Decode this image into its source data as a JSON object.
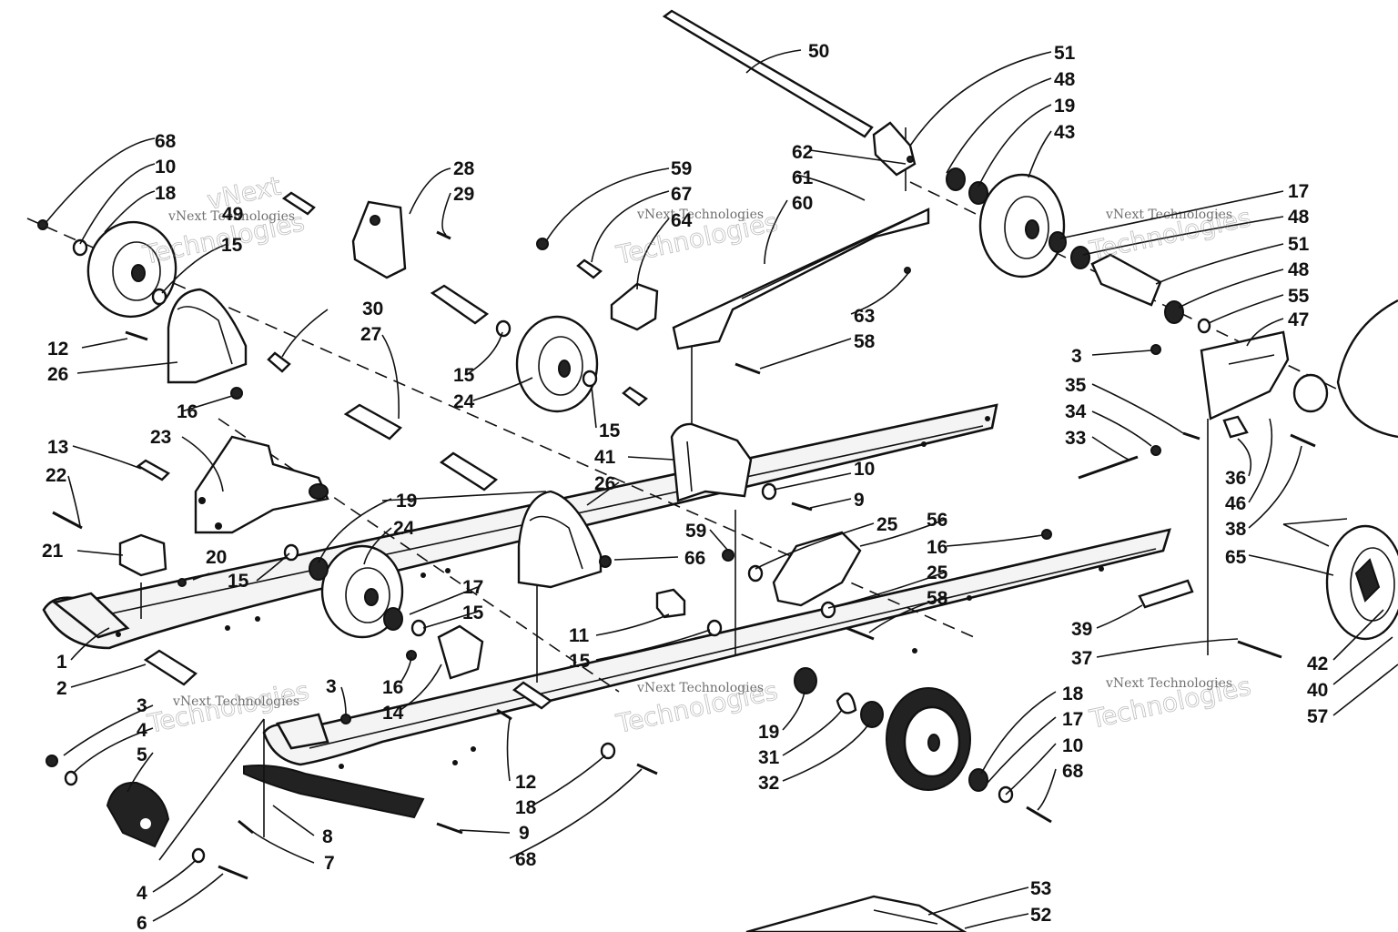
{
  "diagram": {
    "callouts": [
      "68",
      "10",
      "18",
      "15",
      "49",
      "28",
      "29",
      "12",
      "26",
      "16",
      "13",
      "23",
      "30",
      "27",
      "22",
      "21",
      "20",
      "19",
      "24",
      "15",
      "15",
      "24",
      "15",
      "59",
      "67",
      "64",
      "60",
      "61",
      "62",
      "50",
      "51",
      "48",
      "19",
      "43",
      "17",
      "48",
      "51",
      "48",
      "55",
      "47",
      "63",
      "58",
      "41",
      "26",
      "10",
      "9",
      "59",
      "25",
      "56",
      "25",
      "58",
      "16",
      "66",
      "17",
      "15",
      "11",
      "15",
      "3",
      "35",
      "34",
      "33",
      "36",
      "46",
      "38",
      "65",
      "39",
      "37",
      "42",
      "40",
      "57",
      "1",
      "2",
      "3",
      "4",
      "5",
      "4",
      "6",
      "3",
      "16",
      "14",
      "12",
      "18",
      "9",
      "68",
      "8",
      "7",
      "19",
      "31",
      "32",
      "18",
      "17",
      "10",
      "68",
      "53",
      "52"
    ],
    "watermark": {
      "small": "vNext Technologies",
      "big": "Technologies",
      "big_prefix": "vNext"
    }
  }
}
